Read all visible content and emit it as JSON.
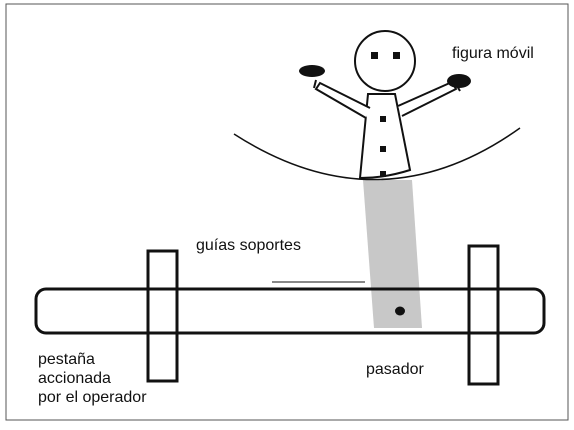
{
  "labels": {
    "figura_movil": "figura móvil",
    "guias_soportes": "guías soportes",
    "pasador": "pasador",
    "pestana": [
      "pestaña",
      "accionada",
      "por el operador"
    ]
  },
  "colors": {
    "line": "#111111",
    "pin_guide": "#c8c8c8",
    "background": "#ffffff"
  },
  "icons": {
    "figure": "stick-figure-holding-plates",
    "pin": "dot"
  }
}
